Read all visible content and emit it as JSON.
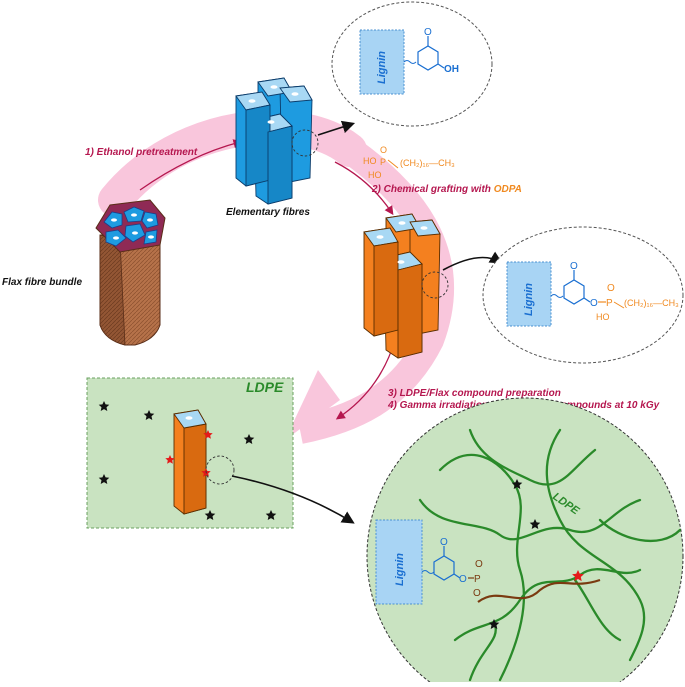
{
  "labels": {
    "bundle": "Flax fibre bundle",
    "elementary": "Elementary fibres",
    "ldpe_box": "LDPE",
    "ldpe_chain": "LDPE"
  },
  "steps": {
    "s1": "1) Ethanol pretreatment",
    "s2_prefix": "2) Chemical grafting with ",
    "s2_reagent": "ODPA",
    "s3": "3) LDPE/Flax compound preparation",
    "s4": "4) Gamma irradiation of LDPE/Flax compounds at 10 kGy"
  },
  "chemistry": {
    "lignin": "Lignin",
    "methoxy": "O",
    "hydroxyl": "OH",
    "ho": "HO",
    "p": "P",
    "o": "O",
    "chain": "(CH₂)₁₆—CH₃"
  },
  "colors": {
    "pink_arrow": "#f9c6dc",
    "step_text": "#b5174f",
    "blue_fibre": "#1e9be0",
    "orange_fibre": "#f4801f",
    "ldpe_green": "#c9e3c1",
    "chain_green": "#2a8a2a",
    "lignin_box": "#a8d4f4"
  }
}
